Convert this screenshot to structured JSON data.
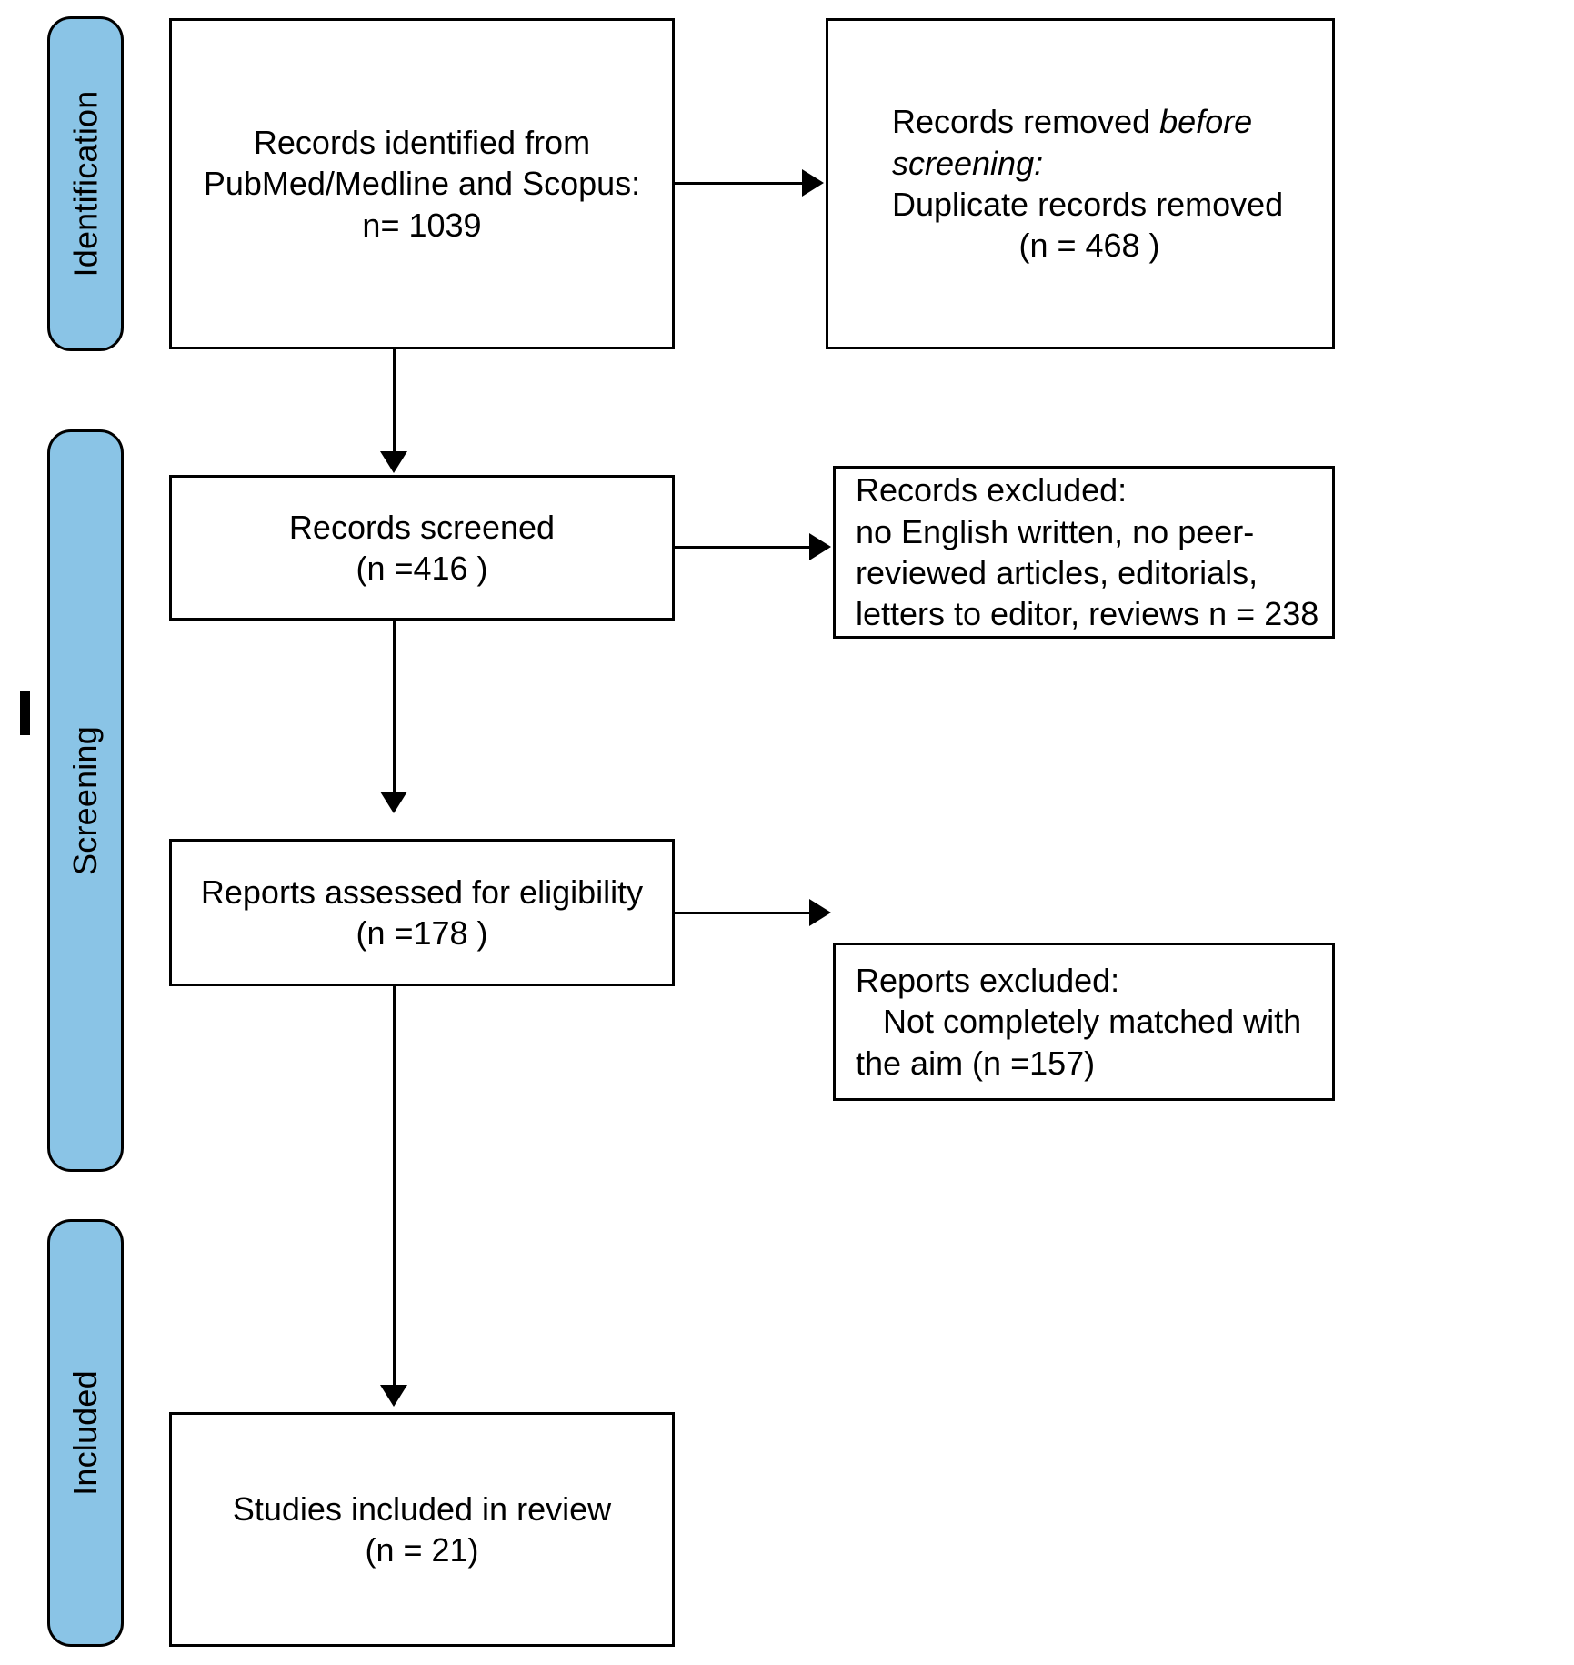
{
  "diagram": {
    "title": "PRISMA flow diagram",
    "type": "prisma-flow",
    "accent_color": "#8ac4e6",
    "line_color": "#000000",
    "background": "#ffffff"
  },
  "stages": [
    {
      "id": "identification",
      "label": "Identification"
    },
    {
      "id": "screening",
      "label": "Screening"
    },
    {
      "id": "included",
      "label": "Included"
    }
  ],
  "boxes": {
    "identified": {
      "lines": [
        "Records identified from",
        "PubMed/Medline and Scopus:",
        "n= 1039"
      ]
    },
    "removed_before_screening": {
      "lines": [
        "Records removed before",
        "screening:",
        "Duplicate records removed",
        "(n = 468 )"
      ],
      "italic_lines": [
        0,
        1
      ]
    },
    "screened": {
      "lines": [
        "Records screened",
        "(n =416 )"
      ]
    },
    "records_excluded": {
      "lines": [
        "Records excluded:",
        "no English written, no peer-",
        "reviewed articles, editorials,",
        "letters to editor, reviews n = 238"
      ]
    },
    "assessed": {
      "lines": [
        "Reports assessed for eligibility",
        "(n =178 )"
      ]
    },
    "reports_excluded": {
      "lines": [
        "Reports excluded:",
        "Not completely matched with",
        "the aim (n =157)"
      ],
      "indent_lines": [
        1
      ]
    },
    "included_studies": {
      "lines": [
        "Studies included in review",
        "(n = 21)"
      ]
    }
  },
  "counts": {
    "identified": 1039,
    "duplicates_removed": 468,
    "screened": 416,
    "records_excluded": 238,
    "assessed_for_eligibility": 178,
    "reports_excluded": 157,
    "studies_included": 21
  }
}
